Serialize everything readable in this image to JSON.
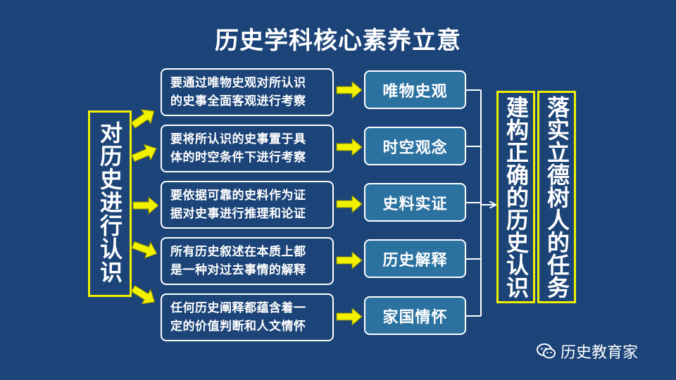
{
  "title": "历史学科核心素养立意",
  "left_label": "对历史进行认识",
  "rows": [
    {
      "desc_line1": "要通过唯物史观对所认识",
      "desc_line2": "的史事全面客观进行考察",
      "concept": "唯物史观"
    },
    {
      "desc_line1": "要将所认识的史事置于具",
      "desc_line2": "体的时空条件下进行考察",
      "concept": "时空观念"
    },
    {
      "desc_line1": "要依据可靠的史料作为证",
      "desc_line2": "据对史事进行推理和论证",
      "concept": "史料实证"
    },
    {
      "desc_line1": "所有历史叙述在本质上都",
      "desc_line2": "是一种对过去事情的解释",
      "concept": "历史解释"
    },
    {
      "desc_line1": "任何历史阐释都蕴含着一",
      "desc_line2": "定的价值判断和人文情怀",
      "concept": "家国情怀"
    }
  ],
  "build_label": "建构正确的历史认识",
  "task_label": "落实立德树人的任务",
  "watermark": "历史教育家",
  "colors": {
    "background": "#1c4478",
    "accent_yellow": "#f0f000",
    "concept_fill": "#2b72a0"
  },
  "icons": [
    "wechat-icon",
    "arrow-icon"
  ]
}
